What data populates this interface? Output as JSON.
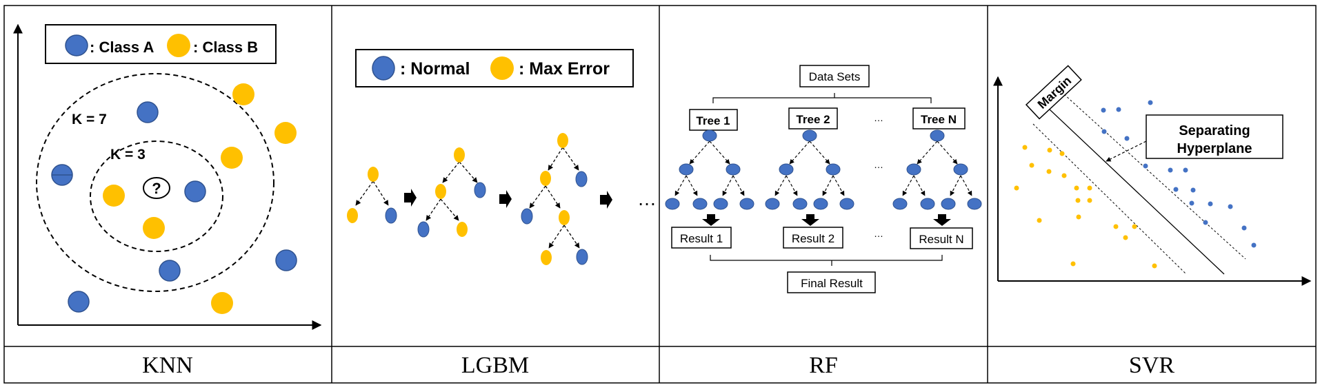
{
  "colors": {
    "blue": "#4472C4",
    "blue_stroke": "#2F528F",
    "yellow": "#FFC000",
    "border": "#000000"
  },
  "panels": [
    {
      "id": "knn",
      "caption": "KNN"
    },
    {
      "id": "lgbm",
      "caption": "LGBM"
    },
    {
      "id": "rf",
      "caption": "RF"
    },
    {
      "id": "svr",
      "caption": "SVR"
    }
  ],
  "knn": {
    "legend": {
      "class_a": ": Class A",
      "class_b": ": Class B"
    },
    "k7_label": "K = 7",
    "k3_label": "K = 3",
    "query_label": "?"
  },
  "lgbm": {
    "legend": {
      "normal": ": Normal",
      "max_error": ": Max Error"
    },
    "ellipsis": "…"
  },
  "rf": {
    "data_sets": "Data Sets",
    "trees": [
      "Tree 1",
      "Tree 2",
      "Tree N"
    ],
    "results": [
      "Result 1",
      "Result 2",
      "Result N"
    ],
    "final": "Final Result",
    "dots": "…"
  },
  "svr": {
    "margin_label": "Margin",
    "hyperplane_line1": "Separating",
    "hyperplane_line2": "Hyperplane"
  }
}
